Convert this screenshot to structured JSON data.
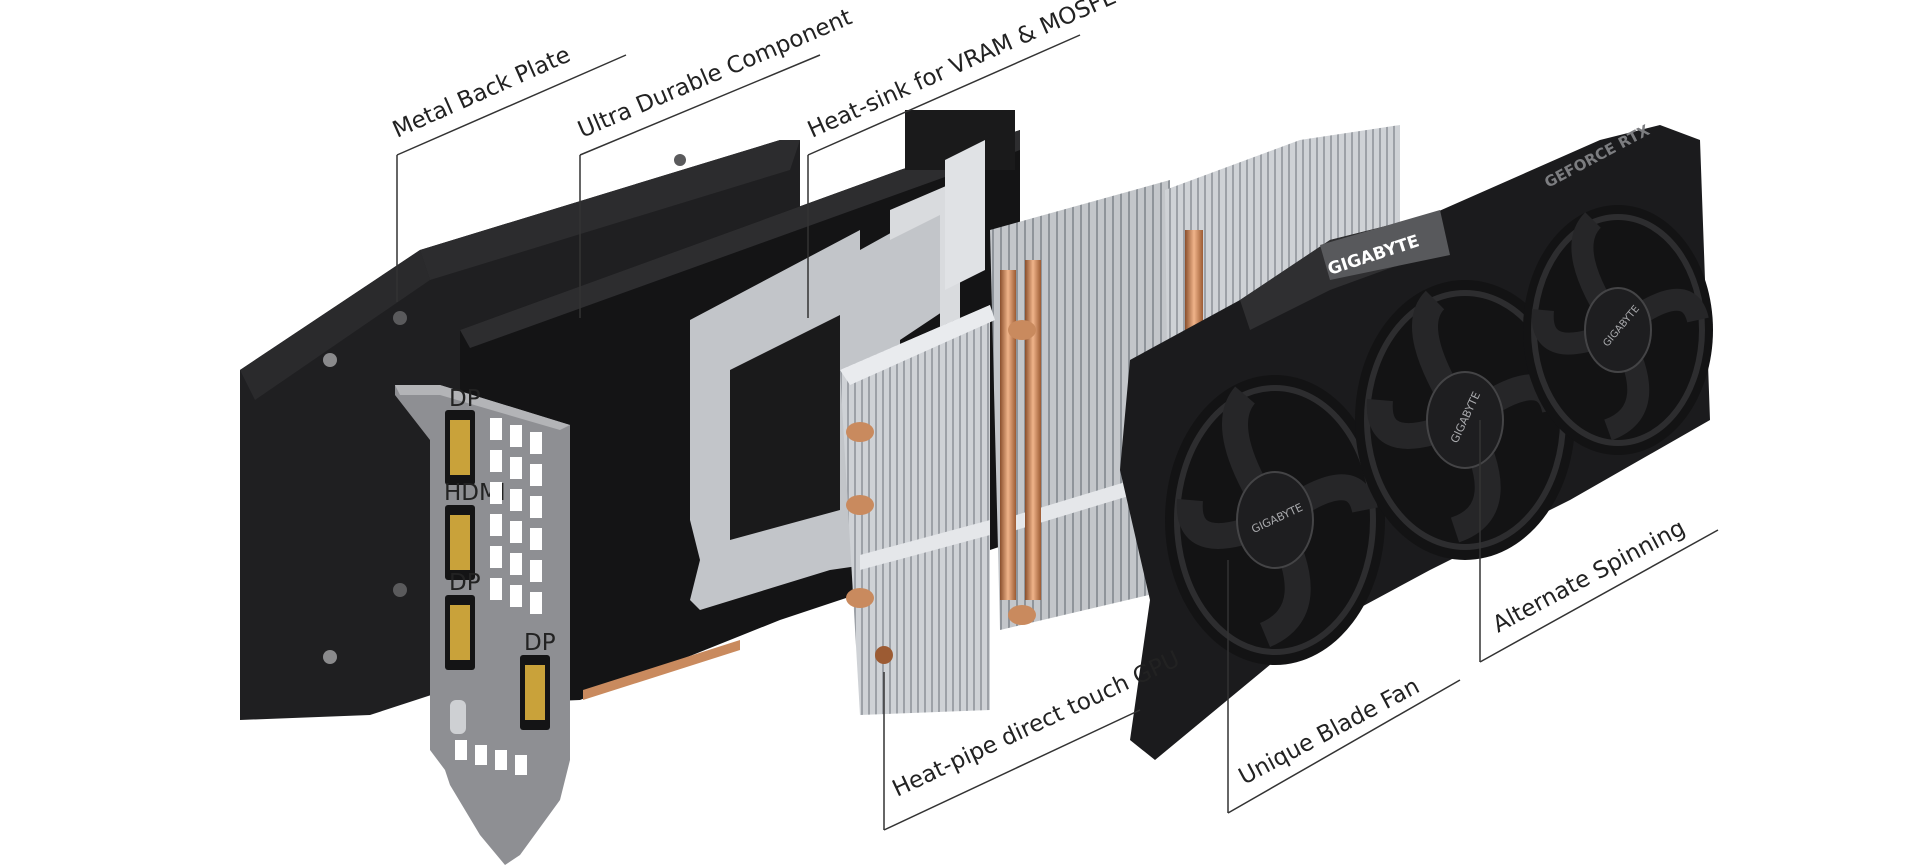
{
  "colors": {
    "background": "#ffffff",
    "callout_line": "#333333",
    "callout_text": "#222222",
    "black_plastic": "#1c1c1e",
    "dark_panel": "#2a2a2c",
    "aluminium": "#c9ccd0",
    "copper": "#c98a5e",
    "bracket_grey": "#8e8f93"
  },
  "callouts": [
    {
      "id": "metal-back-plate",
      "label": "Metal Back Plate"
    },
    {
      "id": "ultra-durable-component",
      "label": "Ultra Durable Component"
    },
    {
      "id": "heat-sink-vram-mosfet",
      "label": "Heat-sink for VRAM & MOSFET"
    },
    {
      "id": "heat-pipe-direct-touch-gpu",
      "label": "Heat-pipe direct touch GPU"
    },
    {
      "id": "unique-blade-fan",
      "label": "Unique Blade Fan"
    },
    {
      "id": "alternate-spinning",
      "label": "Alternate Spinning"
    }
  ],
  "bracket_ports": [
    "DP",
    "HDMI",
    "DP",
    "DP"
  ],
  "brand": {
    "shroud_logo": "GIGABYTE",
    "shroud_model": "GEFORCE RTX",
    "fan_hub_logo": "GIGABYTE"
  }
}
